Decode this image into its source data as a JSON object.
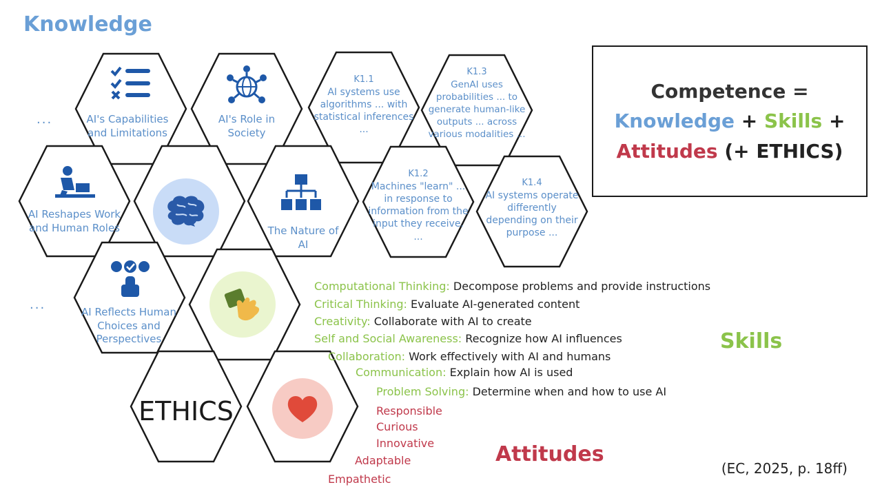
{
  "colors": {
    "knowledge": "#6a9fd6",
    "skills": "#8bc34a",
    "attitudes": "#c0394b",
    "icon": "#1e58a8"
  },
  "knowledge_heading": "Knowledge",
  "ellipsis_1": "...",
  "ellipsis_2": "...",
  "areas": {
    "capabilities": "AI's Capabilities and Limitations",
    "society": "AI's Role in Society",
    "work": "AI Reshapes Work and Human Roles",
    "nature": "The Nature of AI",
    "reflects": "AI Reflects Human Choices and Perspectives"
  },
  "k_items": [
    {
      "code": "K1.1",
      "text": "AI systems use algorithms ... with statistical inferences ..."
    },
    {
      "code": "K1.3",
      "text": "GenAI uses probabilities ... to generate human-like outputs ... across various modalities ..."
    },
    {
      "code": "K1.2",
      "text": "Machines \"learn\" ... in response to information from the input they receive. ..."
    },
    {
      "code": "K1.4",
      "text": "AI systems operate differently depending on their purpose ..."
    }
  ],
  "ethics_label": "ETHICS",
  "equation": {
    "line1": "Competence =",
    "knowledge": "Knowledge",
    "plus1": " + ",
    "skills": "Skills",
    "plus2": " +",
    "attitudes": "Attitudes",
    "ethics": " (+ ETHICS)"
  },
  "skills_heading": "Skills",
  "skills": [
    {
      "name": "Computational Thinking:",
      "desc": " Decompose problems and provide instructions"
    },
    {
      "name": "Critical Thinking:",
      "desc": " Evaluate AI-generated content"
    },
    {
      "name": "Creativity:",
      "desc": " Collaborate with AI to create"
    },
    {
      "name": "Self and Social Awareness:",
      "desc": " Recognize how AI influences"
    },
    {
      "name": "Collaboration:",
      "desc": " Work effectively with AI and humans"
    },
    {
      "name": "Communication:",
      "desc": " Explain how AI is used"
    },
    {
      "name": "Problem Solving:",
      "desc": " Determine when and how to use AI"
    }
  ],
  "attitudes_heading": "Attitudes",
  "attitudes": [
    "Responsible",
    "Curious",
    "Innovative",
    "Adaptable",
    "Empathetic"
  ],
  "citation": "(EC, 2025, p. 18ff)",
  "icons": [
    "checklist-icon",
    "globe-network-icon",
    "person-laptop-icon",
    "brain-icon",
    "hierarchy-icon",
    "user-choice-icon",
    "hand-tap-icon",
    "heart-icon"
  ]
}
